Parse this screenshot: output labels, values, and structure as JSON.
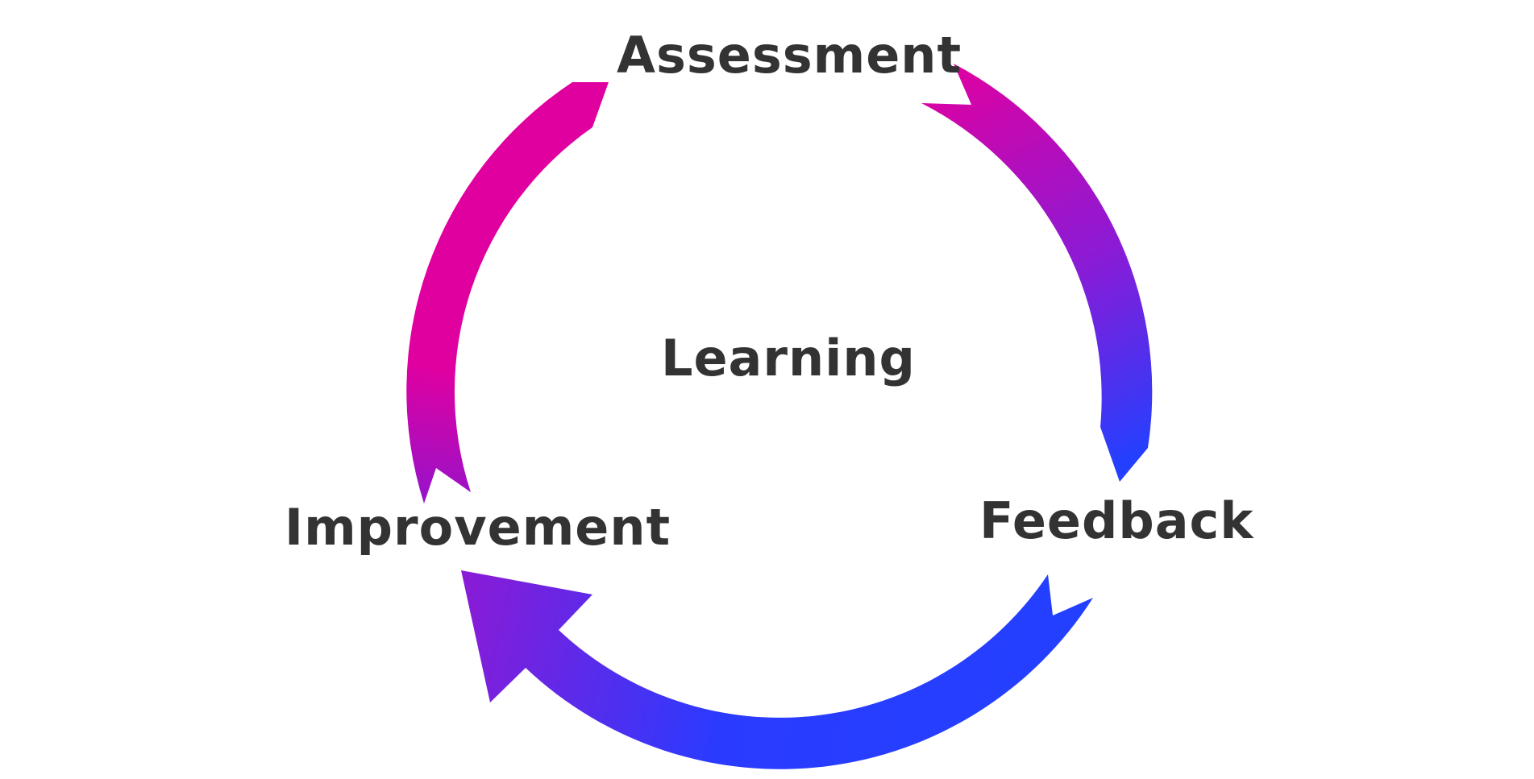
{
  "diagram": {
    "center_label": "Learning",
    "stages": [
      {
        "label": "Assessment"
      },
      {
        "label": "Feedback"
      },
      {
        "label": "Improvement"
      }
    ],
    "colors": {
      "magenta": "#e000a0",
      "purple": "#8a1bd6",
      "blue": "#2340ff",
      "text": "#333333",
      "background": "#ffffff"
    }
  }
}
